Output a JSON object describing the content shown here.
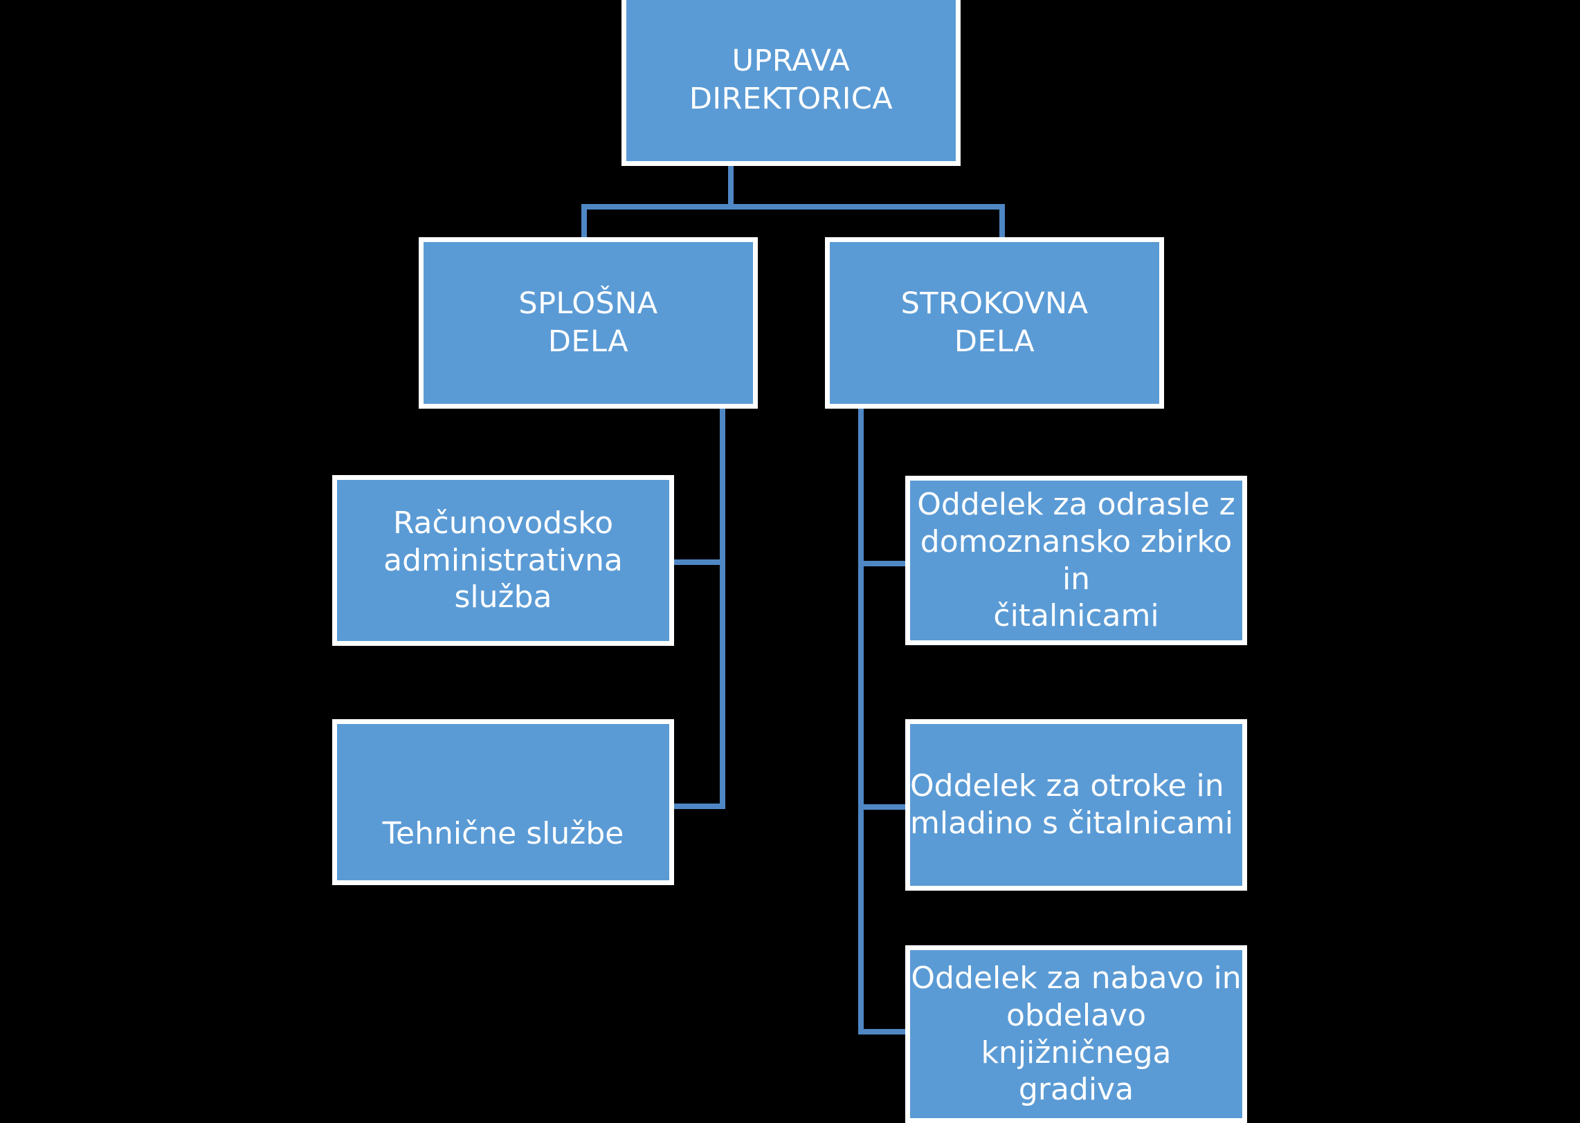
{
  "chart_data": {
    "type": "diagram",
    "subtype": "organizational-chart",
    "title": "",
    "orientation": "top-down",
    "background_color": "#000000",
    "node_fill_color": "#5B9BD5",
    "node_border_color": "#FFFFFF",
    "connector_color": "#4F87C4",
    "text_color": "#FFFFFF",
    "nodes": [
      {
        "id": "root",
        "label": "UPRAVA\nDIREKTORICA",
        "level": 0,
        "parent": null
      },
      {
        "id": "splosna",
        "label": "SPLOŠNA\nDELA",
        "level": 1,
        "parent": "root"
      },
      {
        "id": "strokovna",
        "label": "STROKOVNA\nDELA",
        "level": 1,
        "parent": "root"
      },
      {
        "id": "racunovodsko",
        "label": "Računovodsko\nadministrativna služba",
        "level": 2,
        "parent": "splosna"
      },
      {
        "id": "tehnicne",
        "label": "Tehnične službe",
        "level": 2,
        "parent": "splosna"
      },
      {
        "id": "odrasle",
        "label": "Oddelek za odrasle z\ndomoznansko zbirko in\nčitalnicami",
        "level": 2,
        "parent": "strokovna"
      },
      {
        "id": "otroke",
        "label": "Oddelek za otroke in\nmladino s čitalnicami",
        "level": 2,
        "parent": "strokovna"
      },
      {
        "id": "nabavo",
        "label": "Oddelek za nabavo in\nobdelavo knjižničnega\ngradiva",
        "level": 2,
        "parent": "strokovna"
      }
    ],
    "edges": [
      {
        "from": "root",
        "to": "splosna"
      },
      {
        "from": "root",
        "to": "strokovna"
      },
      {
        "from": "splosna",
        "to": "racunovodsko"
      },
      {
        "from": "splosna",
        "to": "tehnicne"
      },
      {
        "from": "strokovna",
        "to": "odrasle"
      },
      {
        "from": "strokovna",
        "to": "otroke"
      },
      {
        "from": "strokovna",
        "to": "nabavo"
      }
    ]
  },
  "nodes": {
    "root": {
      "label": "UPRAVA\nDIREKTORICA"
    },
    "splosna": {
      "label": "SPLOŠNA\nDELA"
    },
    "strokovna": {
      "label": "STROKOVNA\nDELA"
    },
    "racunovodsko": {
      "label": "Računovodsko\nadministrativna služba"
    },
    "tehnicne": {
      "label": "Tehnične službe"
    },
    "odrasle": {
      "label": "Oddelek za odrasle z\ndomoznansko zbirko in\nčitalnicami"
    },
    "otroke": {
      "label": "Oddelek za otroke in\nmladino s čitalnicami"
    },
    "nabavo": {
      "label": "Oddelek za nabavo in\nobdelavo knjižničnega\ngradiva"
    }
  }
}
